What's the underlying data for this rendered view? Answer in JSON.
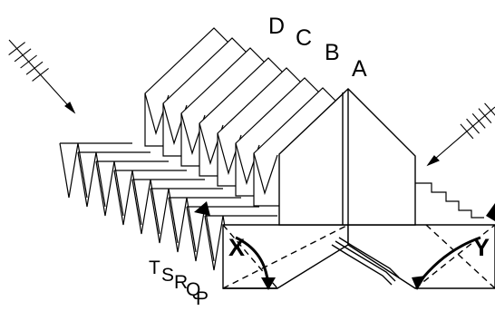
{
  "diagram": {
    "fold_labels": [
      "D",
      "C",
      "B",
      "A"
    ],
    "edge_labels": [
      "T",
      "S",
      "R",
      "Q",
      "P"
    ],
    "axis_labels": {
      "left": "X",
      "right": "Y"
    }
  }
}
